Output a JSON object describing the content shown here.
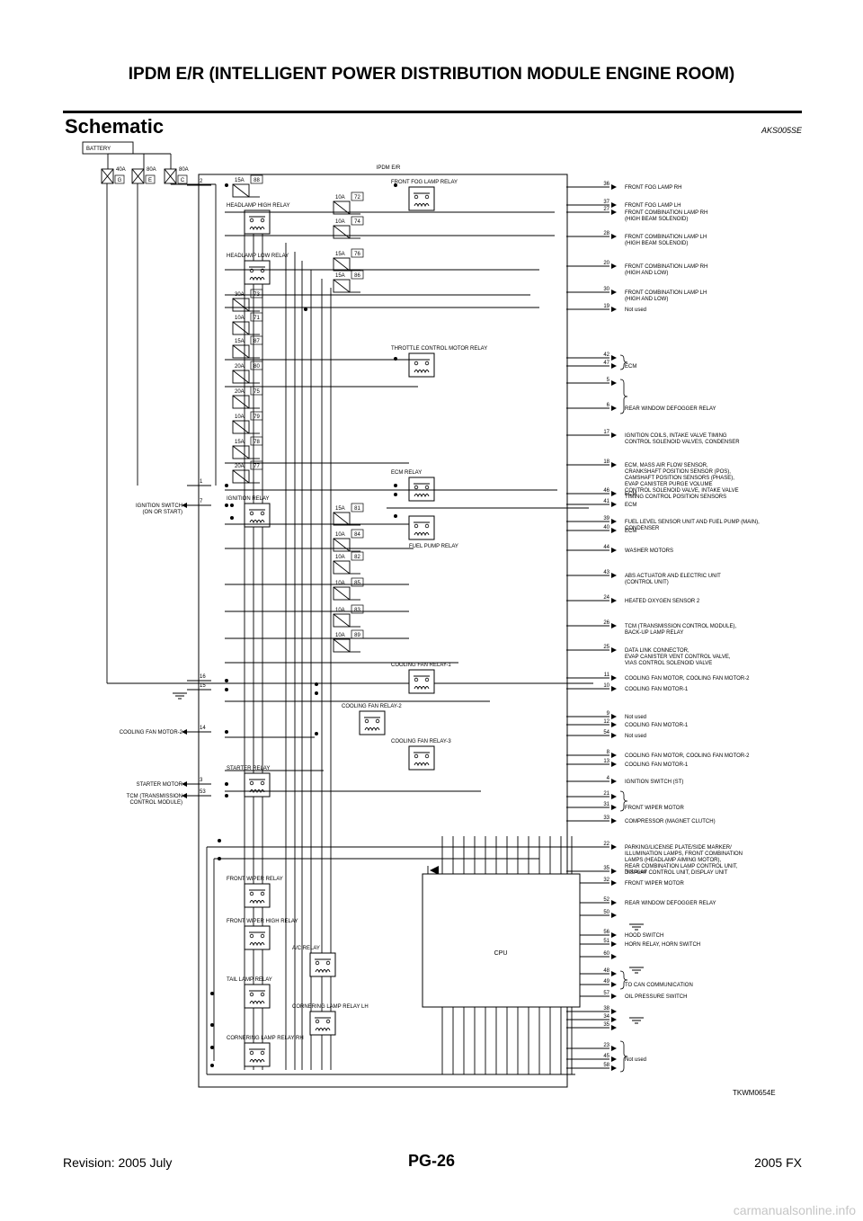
{
  "header": {
    "title": "IPDM E/R (INTELLIGENT POWER DISTRIBUTION MODULE ENGINE ROOM)",
    "section": "Schematic",
    "code": "AKS005SE"
  },
  "diagram": {
    "battery": "BATTERY",
    "module": "IPDM E/R",
    "cpu": "CPU",
    "figure_id": "TKWM0654E",
    "fusible_links": [
      {
        "amp": "40A",
        "id": "G"
      },
      {
        "amp": "80A",
        "id": "E"
      },
      {
        "amp": "80A",
        "id": "C"
      }
    ],
    "fuses": [
      {
        "amp": "15A",
        "id": "88"
      },
      {
        "amp": "10A",
        "id": "72"
      },
      {
        "amp": "10A",
        "id": "74"
      },
      {
        "amp": "15A",
        "id": "76"
      },
      {
        "amp": "15A",
        "id": "86"
      },
      {
        "amp": "30A",
        "id": "73"
      },
      {
        "amp": "10A",
        "id": "71"
      },
      {
        "amp": "15A",
        "id": "87"
      },
      {
        "amp": "20A",
        "id": "80"
      },
      {
        "amp": "20A",
        "id": "75"
      },
      {
        "amp": "10A",
        "id": "79"
      },
      {
        "amp": "15A",
        "id": "78"
      },
      {
        "amp": "20A",
        "id": "77"
      },
      {
        "amp": "15A",
        "id": "81"
      },
      {
        "amp": "10A",
        "id": "84"
      },
      {
        "amp": "10A",
        "id": "82"
      },
      {
        "amp": "10A",
        "id": "85"
      },
      {
        "amp": "10A",
        "id": "83"
      },
      {
        "amp": "10A",
        "id": "89"
      }
    ],
    "relays": [
      "FRONT FOG LAMP RELAY",
      "HEADLAMP HIGH RELAY",
      "HEADLAMP LOW RELAY",
      "THROTTLE CONTROL MOTOR RELAY",
      "ECM RELAY",
      "IGNITION RELAY",
      "FUEL PUMP RELAY",
      "COOLING FAN RELAY-1",
      "COOLING FAN RELAY-2",
      "COOLING FAN RELAY-3",
      "STARTER RELAY",
      "FRONT WIPER RELAY",
      "FRONT WIPER HIGH RELAY",
      "A/C RELAY",
      "TAIL LAMP RELAY",
      "CORNERING LAMP RELAY LH",
      "CORNERING LAMP RELAY RH"
    ],
    "left_terminals": [
      {
        "pin": "2",
        "label": ""
      },
      {
        "pin": "1",
        "label": ""
      },
      {
        "pin": "7",
        "label": "IGNITION SWITCH\n(ON OR START)"
      },
      {
        "pin": "16",
        "label": ""
      },
      {
        "pin": "15",
        "label": ""
      },
      {
        "pin": "14",
        "label": "COOLING FAN MOTOR-2"
      },
      {
        "pin": "3",
        "label": "STARTER MOTOR"
      },
      {
        "pin": "53",
        "label": "TCM (TRANSMISSION\nCONTROL MODULE)"
      }
    ],
    "right_terminals": [
      {
        "pin": "36",
        "label": "FRONT FOG LAMP RH"
      },
      {
        "pin": "37",
        "label": "FRONT FOG LAMP LH"
      },
      {
        "pin": "27",
        "label": "FRONT COMBINATION LAMP RH\n(HIGH BEAM SOLENOID)"
      },
      {
        "pin": "28",
        "label": "FRONT COMBINATION LAMP LH\n(HIGH BEAM SOLENOID)"
      },
      {
        "pin": "20",
        "label": "FRONT COMBINATION LAMP RH\n(HIGH AND LOW)"
      },
      {
        "pin": "30",
        "label": "FRONT COMBINATION LAMP LH\n(HIGH AND LOW)"
      },
      {
        "pin": "19",
        "label": "Not used"
      },
      {
        "pin": "42",
        "label": ""
      },
      {
        "pin": "47",
        "label": "ECM"
      },
      {
        "pin": "5",
        "label": ""
      },
      {
        "pin": "6",
        "label": "REAR WINDOW DEFOGGER RELAY"
      },
      {
        "pin": "17",
        "label": "IGNITION COILS, INTAKE VALVE TIMING\nCONTROL SOLENOID VALVES, CONDENSER"
      },
      {
        "pin": "18",
        "label": "ECM, MASS AIR FLOW SENSOR,\nCRANKSHAFT POSITION SENSOR (POS),\nCAMSHAFT POSITION SENSORS (PHASE),\nEVAP CANISTER PURGE VOLUME\nCONTROL SOLENOID VALVE, INTAKE VALVE\nTIMING CONTROL POSITION SENSORS"
      },
      {
        "pin": "46",
        "label": "ECM"
      },
      {
        "pin": "41",
        "label": "ECM"
      },
      {
        "pin": "39",
        "label": "FUEL LEVEL SENSOR UNIT AND FUEL PUMP (MAIN),\nCONDENSER"
      },
      {
        "pin": "40",
        "label": "ECM"
      },
      {
        "pin": "44",
        "label": "WASHER MOTORS"
      },
      {
        "pin": "43",
        "label": "ABS ACTUATOR AND ELECTRIC UNIT\n(CONTROL UNIT)"
      },
      {
        "pin": "24",
        "label": "HEATED OXYGEN SENSOR 2"
      },
      {
        "pin": "26",
        "label": "TCM (TRANSMISSION CONTROL MODULE),\nBACK-UP LAMP RELAY"
      },
      {
        "pin": "25",
        "label": "DATA LINK CONNECTOR,\nEVAP CANISTER VENT CONTROL VALVE,\nVIAS CONTROL SOLENOID VALVE"
      },
      {
        "pin": "11",
        "label": "COOLING FAN MOTOR, COOLING FAN MOTOR-2"
      },
      {
        "pin": "10",
        "label": "COOLING FAN MOTOR-1"
      },
      {
        "pin": "9",
        "label": "Not used"
      },
      {
        "pin": "12",
        "label": "COOLING FAN MOTOR-1"
      },
      {
        "pin": "54",
        "label": "Not used"
      },
      {
        "pin": "8",
        "label": "COOLING FAN MOTOR, COOLING FAN MOTOR-2"
      },
      {
        "pin": "13",
        "label": "COOLING FAN MOTOR-1"
      },
      {
        "pin": "4",
        "label": "IGNITION SWITCH (ST)"
      },
      {
        "pin": "21",
        "label": ""
      },
      {
        "pin": "31",
        "label": "FRONT WIPER MOTOR"
      },
      {
        "pin": "33",
        "label": "COMPRESSOR (MAGNET CLUTCH)"
      },
      {
        "pin": "22",
        "label": "PARKING/LICENSE PLATE/SIDE MARKER/\nILLUMINATION LAMPS, FRONT COMBINATION\nLAMPS (HEADLAMP AIMING MOTOR),\nREAR COMBINATION LAMP CONTROL UNIT,\nDISPLAY CONTROL UNIT, DISPLAY UNIT"
      },
      {
        "pin": "35",
        "label": "Not used"
      },
      {
        "pin": "32",
        "label": "FRONT WIPER MOTOR"
      },
      {
        "pin": "52",
        "label": "REAR WINDOW DEFOGGER RELAY"
      },
      {
        "pin": "50",
        "label": ""
      },
      {
        "pin": "56",
        "label": "HOOD SWITCH"
      },
      {
        "pin": "51",
        "label": "HORN RELAY, HORN SWITCH"
      },
      {
        "pin": "60",
        "label": ""
      },
      {
        "pin": "48",
        "label": ""
      },
      {
        "pin": "49",
        "label": "TO CAN COMMUNICATION"
      },
      {
        "pin": "57",
        "label": "OIL PRESSURE SWITCH"
      },
      {
        "pin": "38",
        "label": ""
      },
      {
        "pin": "34",
        "label": ""
      },
      {
        "pin": "35",
        "label": ""
      },
      {
        "pin": "23",
        "label": ""
      },
      {
        "pin": "45",
        "label": "Not used"
      },
      {
        "pin": "58",
        "label": ""
      }
    ]
  },
  "footer": {
    "revision": "Revision: 2005 July",
    "page": "PG-26",
    "model": "2005 FX",
    "watermark": "carmanualsonline.info"
  }
}
